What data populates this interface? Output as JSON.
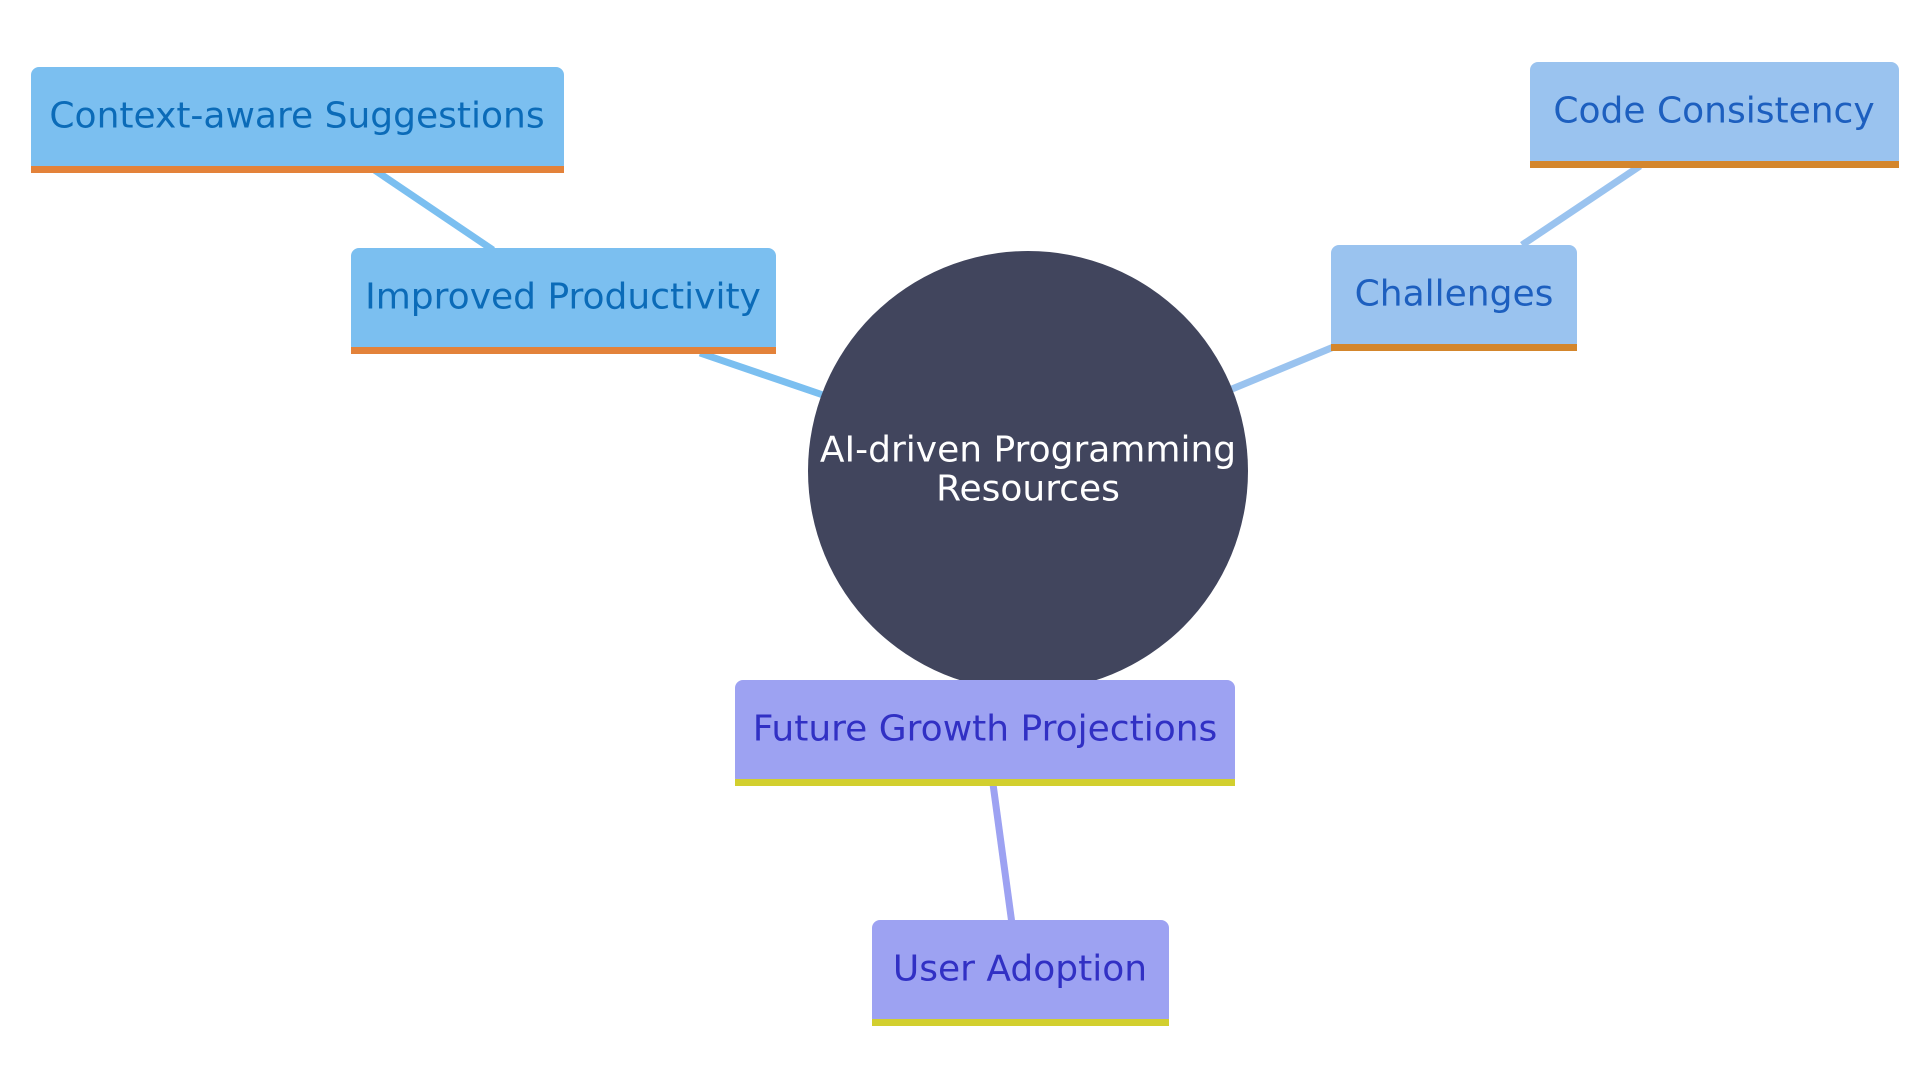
{
  "diagram": {
    "root": {
      "label_line1": "AI-driven Programming",
      "label_line2": "Resources",
      "fill": "#41455d",
      "text_color": "#ffffff"
    },
    "nodes": {
      "context_aware_suggestions": {
        "label": "Context-aware Suggestions",
        "fill": "#7bbff0",
        "accent": "#e3823a",
        "text_color": "#0b6bb8"
      },
      "improved_productivity": {
        "label": "Improved Productivity",
        "fill": "#7bbff0",
        "accent": "#e3823a",
        "text_color": "#0b6bb8"
      },
      "challenges": {
        "label": "Challenges",
        "fill": "#9ac3ef",
        "accent": "#d4862c",
        "text_color": "#1d5fbf"
      },
      "code_consistency": {
        "label": "Code Consistency",
        "fill": "#9ac3ef",
        "accent": "#d4862c",
        "text_color": "#1d5fbf"
      },
      "future_growth_projections": {
        "label": "Future Growth Projections",
        "fill": "#9da2f2",
        "accent": "#d2cf2f",
        "text_color": "#3130c4"
      },
      "user_adoption": {
        "label": "User Adoption",
        "fill": "#9da2f2",
        "accent": "#d2cf2f",
        "text_color": "#3130c4"
      }
    },
    "edge_colors": {
      "productivity_branch": "#7bbff0",
      "challenges_branch": "#9ac3ef",
      "growth_branch": "#9da2f2"
    }
  }
}
